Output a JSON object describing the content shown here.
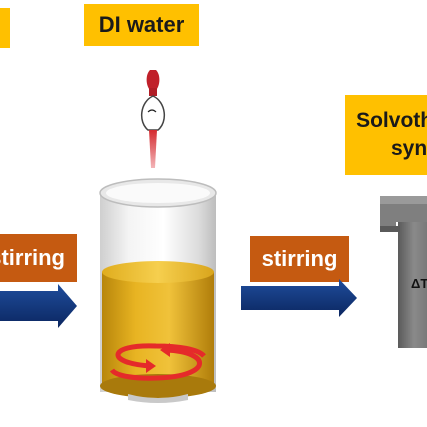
{
  "labels": {
    "di_water": "DI water",
    "solvothermal_line1": "Solvoth",
    "solvothermal_line2": "synt",
    "stirring_left": "stirring",
    "stirring_mid": "stirring",
    "delta_t": "ΔT"
  },
  "colors": {
    "label_yellow": "#ffc000",
    "label_orange": "#c55a11",
    "arrow_navy": "#0d2f6e",
    "solution_gold": "#d9a51c",
    "dropper_red": "#c0202a",
    "rotation_red": "#e52a2a",
    "autoclave_gray": "#6b6b6b"
  },
  "icons": [
    "dropper-icon",
    "beaker-icon",
    "rotation-arrows-icon",
    "autoclave-icon",
    "right-arrow-icon"
  ]
}
